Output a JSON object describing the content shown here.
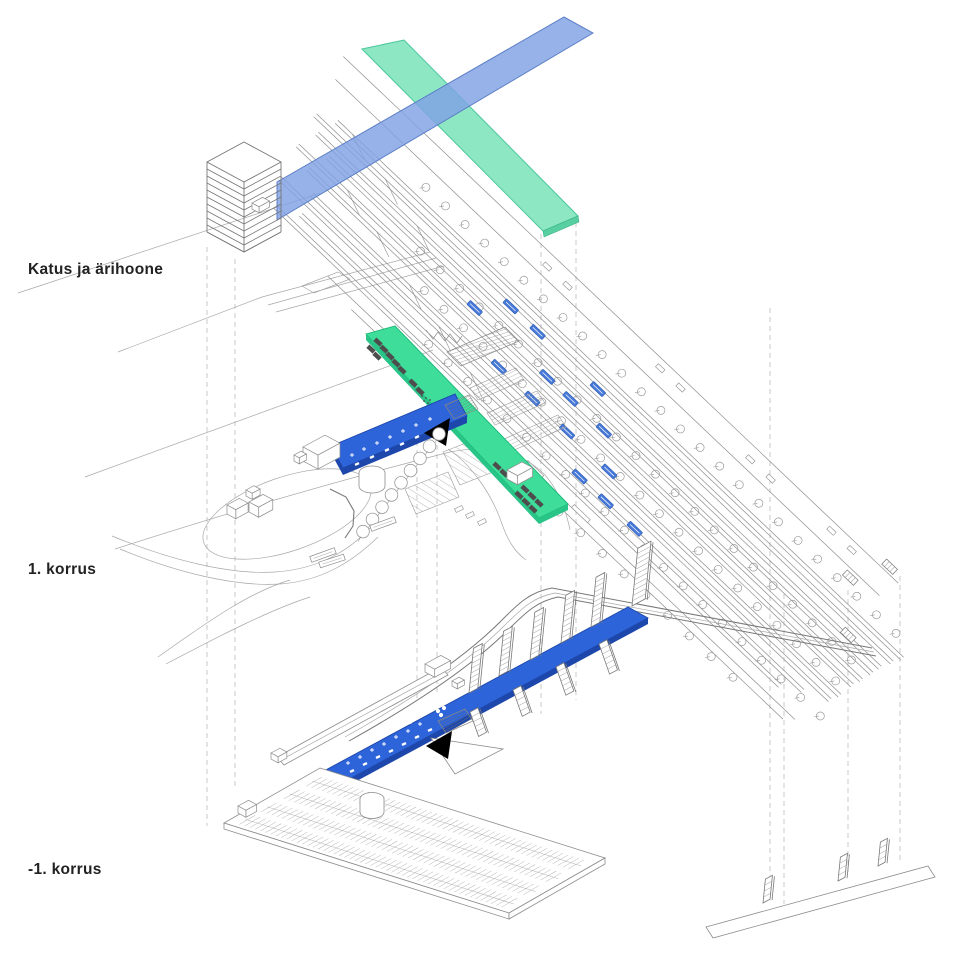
{
  "diagram": {
    "type": "axonometric-exploded-station-levels",
    "levels": [
      {
        "id": "roof",
        "label": "Katus ja ärihoone"
      },
      {
        "id": "floor1",
        "label": "1. korrus"
      },
      {
        "id": "floor-1",
        "label": "-1. korrus"
      }
    ],
    "colors": {
      "roof_band_blue": "#7fa1e4",
      "roof_band_blue_edge": "#5d7fc6",
      "roof_band_green": "#7de4bb",
      "roof_band_green_edge": "#4cc79c",
      "concourse_blue": "#2d64d9",
      "concourse_blue_edge": "#1d47ab",
      "platform_green": "#3edd99",
      "platform_green_edge": "#29c487",
      "train_blue": "#4679d8",
      "kiosk_dark": "#4d4d4d",
      "linework_gray": "#8f8f8f",
      "guide_dash_gray": "#bdbdbd",
      "arrow_black": "#000000",
      "label_text": "#222222",
      "background": "#ffffff"
    }
  }
}
